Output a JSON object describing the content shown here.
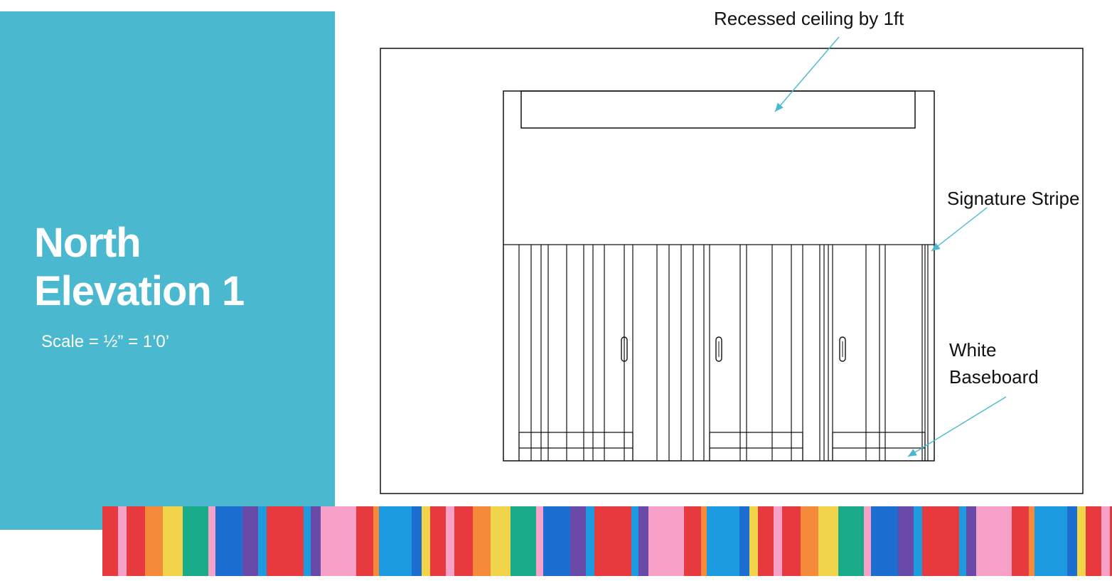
{
  "slide": {
    "title_line1": "North",
    "title_line2": "Elevation 1",
    "scale": "Scale = ½” = 1’0’"
  },
  "annotations": {
    "ceiling": "Recessed ceiling by 1ft",
    "stripe": "Signature Stripe",
    "baseboard_line1": "White",
    "baseboard_line2": "Baseboard"
  },
  "colors": {
    "panel": "#4ab8cf",
    "leader": "#4ab8cf",
    "stripes": [
      "#e63a3f",
      "#f7a0c8",
      "#e63a3f",
      "#f58a3a",
      "#f2d44a",
      "#1aac8a",
      "#f7a0c8",
      "#1c6fd1",
      "#6a4aa8",
      "#1c9be0",
      "#e63a3f",
      "#1c9be0",
      "#6a4aa8",
      "#f7a0c8",
      "#e63a3f",
      "#f58a3a",
      "#1c9be0",
      "#1c6fd1",
      "#f2d44a"
    ]
  }
}
